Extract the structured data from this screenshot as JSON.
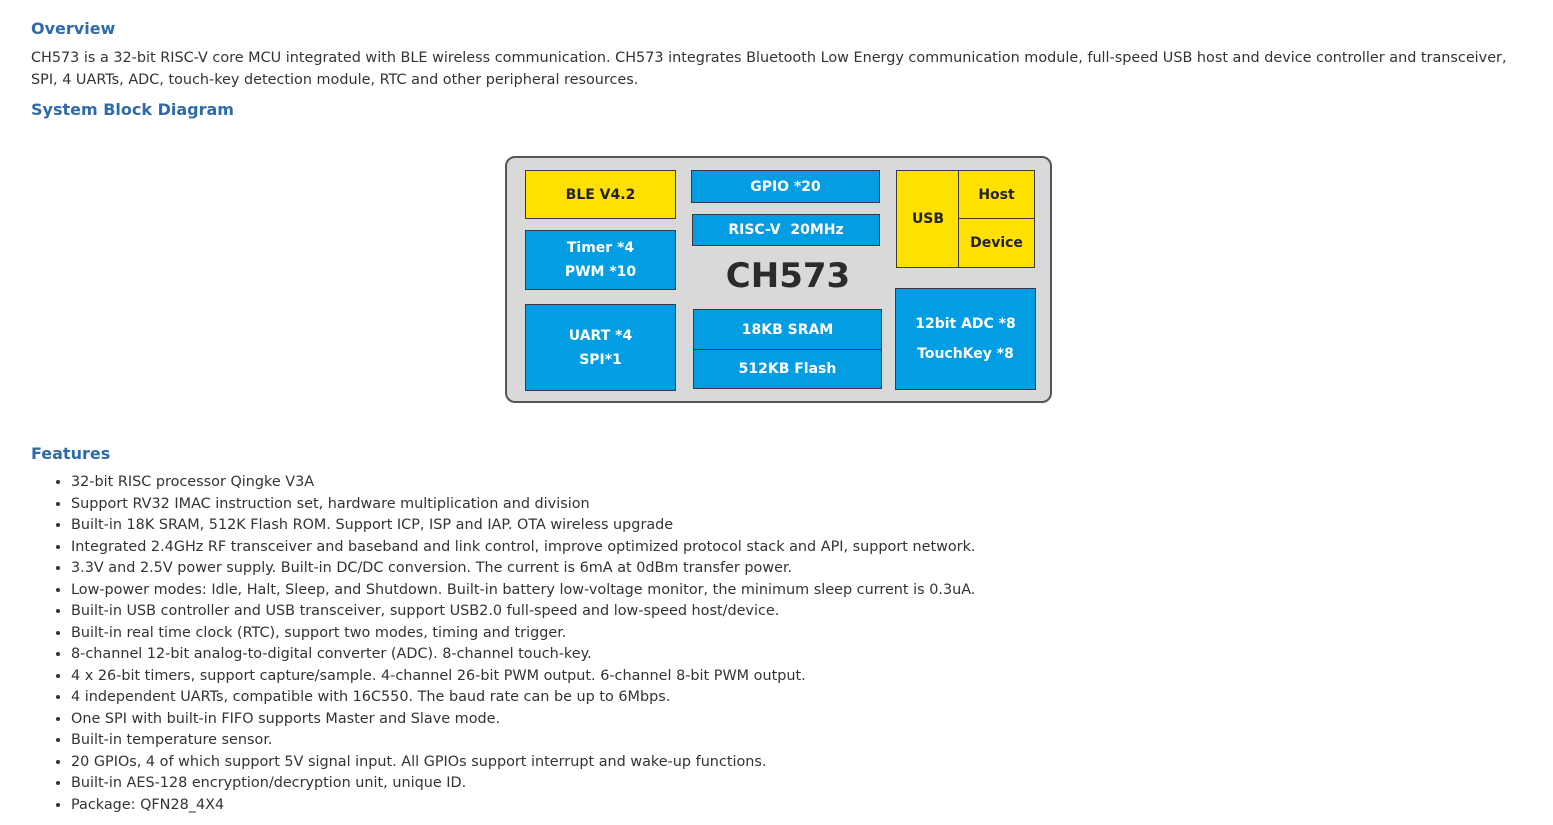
{
  "overview": {
    "heading": "Overview",
    "text": "CH573 is a 32-bit RISC-V core MCU integrated with BLE wireless communication. CH573 integrates Bluetooth Low Energy communication module, full-speed USB host and device controller and transceiver, SPI, 4 UARTs, ADC, touch-key detection module, RTC and other peripheral resources."
  },
  "diagram": {
    "heading": "System Block Diagram",
    "chip_name": "CH573",
    "blocks": {
      "ble": "BLE V4.2",
      "gpio": "GPIO *20",
      "riscv": "RISC-V  20MHz",
      "usb": "USB",
      "host": "Host",
      "device": "Device",
      "timer": "Timer *4",
      "pwm": "PWM *10",
      "uart": "UART *4",
      "spi": "SPI*1",
      "sram": "18KB SRAM",
      "flash": "512KB Flash",
      "adc": "12bit ADC *8",
      "touchkey": "TouchKey *8"
    },
    "colors": {
      "yellow": "#ffe100",
      "blue": "#039de3",
      "body": "#d9d9d9"
    }
  },
  "features": {
    "heading": "Features",
    "items": [
      "32-bit RISC processor Qingke V3A",
      "Support RV32 IMAC instruction set, hardware multiplication and division",
      "Built-in 18K SRAM, 512K Flash ROM. Support ICP, ISP and IAP. OTA wireless upgrade",
      "Integrated 2.4GHz RF transceiver and baseband and link control, improve optimized protocol stack and API, support network.",
      "3.3V and 2.5V power supply. Built-in DC/DC conversion. The current is 6mA at 0dBm transfer power.",
      "Low-power modes: Idle, Halt, Sleep, and Shutdown. Built-in battery low-voltage monitor, the minimum sleep current is 0.3uA.",
      "Built-in USB controller and USB transceiver, support USB2.0 full-speed and low-speed host/device.",
      "Built-in real time clock (RTC), support two modes, timing and trigger.",
      "8-channel 12-bit analog-to-digital converter (ADC). 8-channel touch-key.",
      "4 x 26-bit timers, support capture/sample. 4-channel 26-bit PWM output. 6-channel 8-bit PWM output.",
      "4 independent UARTs, compatible with 16C550. The baud rate can be up to 6Mbps.",
      "One SPI with built-in FIFO supports Master and Slave mode.",
      "Built-in temperature sensor.",
      "20 GPIOs, 4 of which support 5V signal input. All GPIOs support interrupt and wake-up functions.",
      "Built-in AES-128 encryption/decryption unit, unique ID.",
      "Package: QFN28_4X4"
    ]
  }
}
